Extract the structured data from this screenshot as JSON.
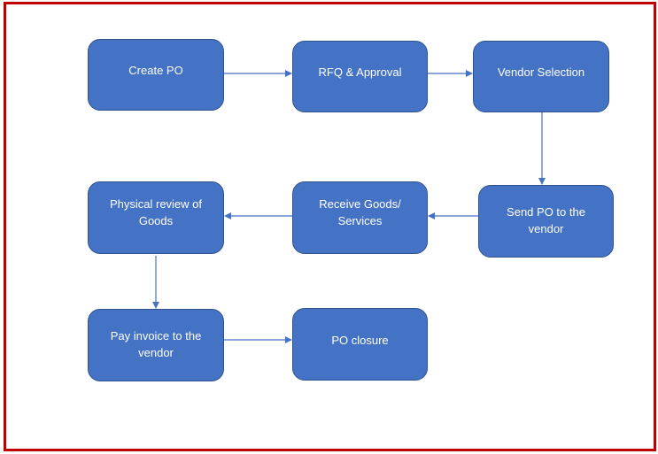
{
  "flowchart": {
    "nodes": {
      "create_po": "Create PO",
      "rfq_approval": "RFQ & Approval",
      "vendor_selection": "Vendor Selection",
      "send_po": "Send PO to the\nvendor",
      "receive_goods": "Receive Goods/\nServices",
      "physical_review": "Physical review of\nGoods",
      "pay_invoice": "Pay invoice to the\nvendor",
      "po_closure": "PO closure"
    },
    "edges": [
      [
        "Create PO",
        "RFQ & Approval"
      ],
      [
        "RFQ & Approval",
        "Vendor Selection"
      ],
      [
        "Vendor Selection",
        "Send PO to the vendor"
      ],
      [
        "Send PO to the vendor",
        "Receive Goods/ Services"
      ],
      [
        "Receive Goods/ Services",
        "Physical review of Goods"
      ],
      [
        "Physical review of Goods",
        "Pay invoice to the vendor"
      ],
      [
        "Pay invoice to the vendor",
        "PO closure"
      ]
    ]
  },
  "colors": {
    "node_fill": "#4472c4",
    "node_border": "#2f528f",
    "connector": "#4472c4",
    "frame_border": "#c00000"
  }
}
